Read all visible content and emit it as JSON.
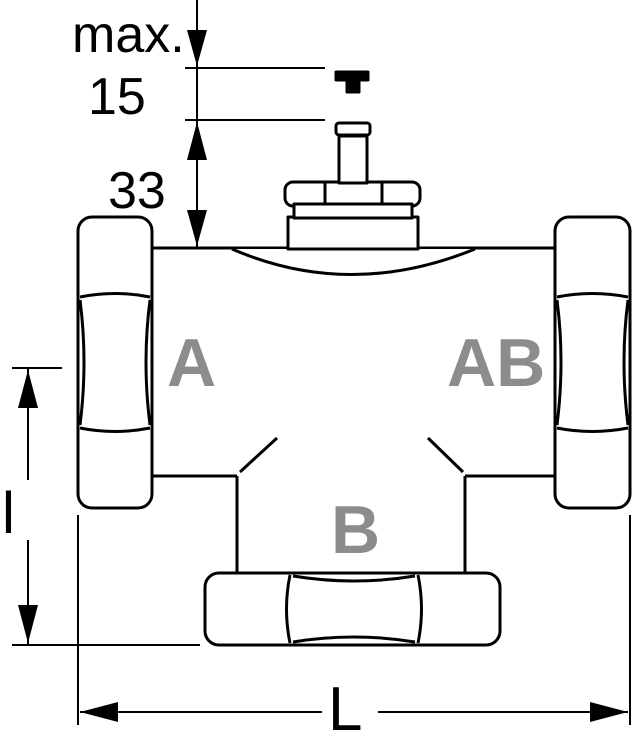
{
  "dimensions": {
    "max_label": "max.",
    "stroke_value": "15",
    "height_value": "33",
    "port_spacing_label": "l",
    "length_label": "L"
  },
  "ports": {
    "left": "A",
    "right": "AB",
    "bottom": "B"
  },
  "colors": {
    "outline": "#000000",
    "port_label": "#8c8c8c"
  }
}
